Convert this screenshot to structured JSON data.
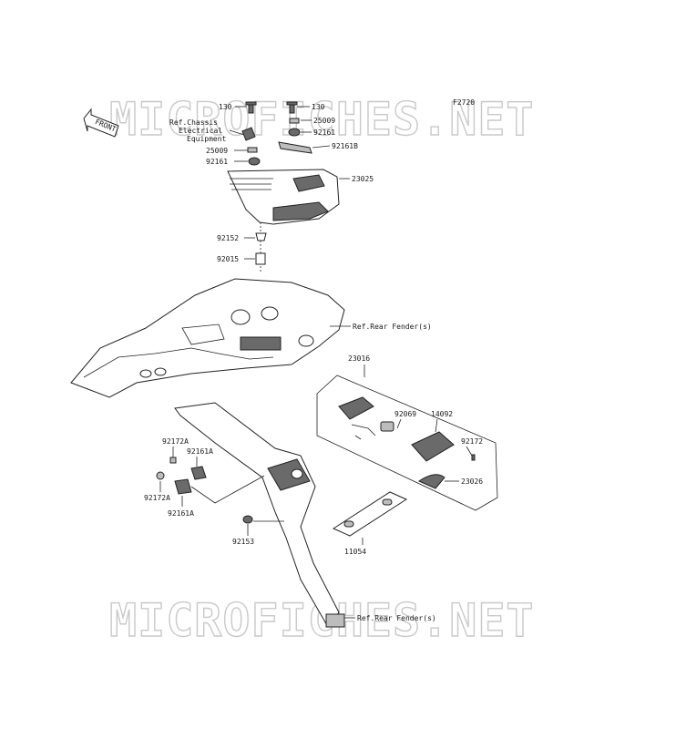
{
  "diagram_code": "F2720",
  "watermark": "MICROFICHES.NET",
  "front_label": "FRONT",
  "labels": {
    "p130_left": "130",
    "p130_right": "130",
    "ref_chassis_1": "Ref.Chassis",
    "ref_chassis_2": "Electrical",
    "ref_chassis_3": "Equipment",
    "p25009_right": "25009",
    "p92161_right": "92161",
    "p92161B": "92161B",
    "p25009_left": "25009",
    "p92161_left": "92161",
    "p23025": "23025",
    "p92152": "92152",
    "p92015": "92015",
    "ref_rear_fender_top": "Ref.Rear Fender(s)",
    "p23016": "23016",
    "p92069": "92069",
    "p14092": "14092",
    "p92172": "92172",
    "p23026": "23026",
    "p92172A_top": "92172A",
    "p92161A_top": "92161A",
    "p92172A_bottom": "92172A",
    "p92161A_bottom": "92161A",
    "p92153": "92153",
    "p11054": "11054",
    "ref_rear_fender_bottom": "Ref.Rear Fender(s)"
  }
}
